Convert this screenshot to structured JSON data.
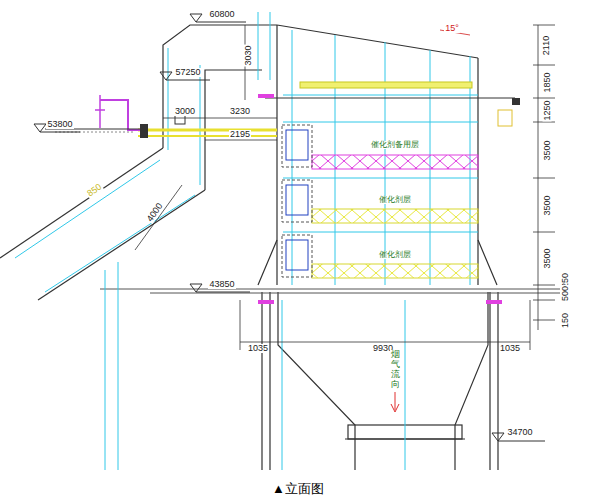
{
  "diagram": {
    "caption": "▲立面图",
    "nodes": [
      {
        "text": [
          "催化剂备用层"
        ]
      },
      {
        "text": [
          "催化剂层"
        ]
      },
      {
        "text": [
          "催化剂层"
        ]
      }
    ],
    "labels": [
      "60800",
      "3030",
      "57250",
      "3000",
      "3230",
      "53800",
      "2195",
      "15°",
      "2110",
      "1850",
      "1250",
      "3500",
      "3500",
      "3500",
      "250",
      "500",
      "150",
      "43850",
      "1035",
      "9930",
      "1035",
      "34700",
      "4000",
      "850",
      "烟气流向"
    ]
  }
}
